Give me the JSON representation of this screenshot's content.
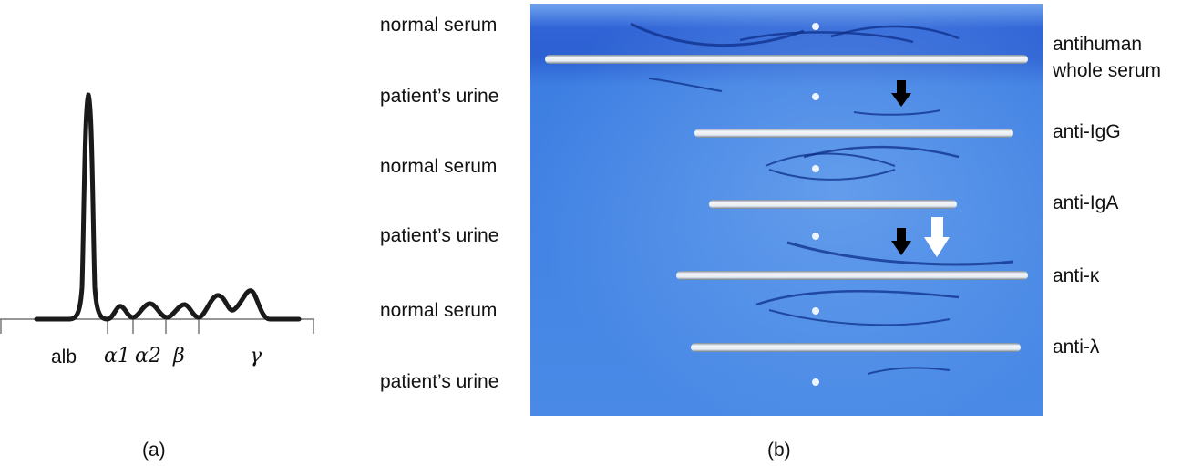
{
  "panel_a": {
    "caption": "(a)",
    "fraction_labels": {
      "alb": "alb",
      "alpha1": "α1",
      "alpha2": "α2",
      "beta": "β",
      "gamma": "γ"
    }
  },
  "panel_b": {
    "caption": "(b)",
    "sample_labels": [
      "normal serum",
      "patient’s urine",
      "normal serum",
      "patient’s urine",
      "normal serum",
      "patient’s urine"
    ],
    "antibody_labels": {
      "whole_serum_line1": "antihuman",
      "whole_serum_line2": "whole serum",
      "igg": "anti-IgG",
      "iga": "anti-IgA",
      "kappa": "anti-κ",
      "lambda": "anti-λ"
    },
    "colors": {
      "gel": "#3f7fe0",
      "gel_dark": "#1f55c4",
      "trough": "#e8edf2",
      "arrow_black": "#000000",
      "arrow_white": "#ffffff"
    },
    "arrows": [
      "black-arrow",
      "black-arrow",
      "white-arrow"
    ]
  }
}
